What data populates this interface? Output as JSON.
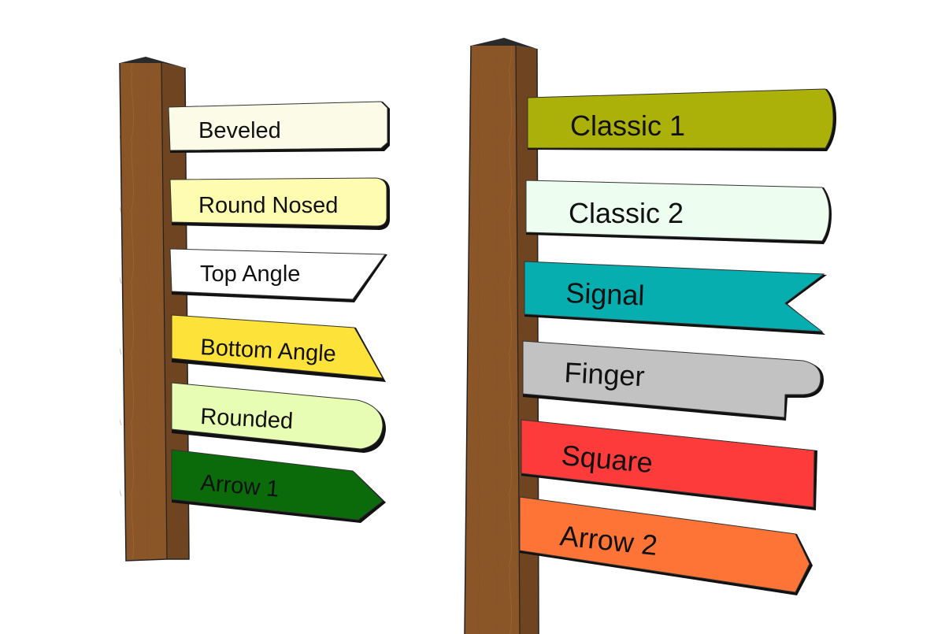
{
  "left_post": {
    "signs": [
      {
        "label": "Beveled",
        "color": "#fbfbe8",
        "text_color": "#111111"
      },
      {
        "label": "Round Nosed",
        "color": "#fdfcb0",
        "text_color": "#111111"
      },
      {
        "label": "Top Angle",
        "color": "#ffffff",
        "text_color": "#111111"
      },
      {
        "label": "Bottom Angle",
        "color": "#fde23a",
        "text_color": "#111111"
      },
      {
        "label": "Rounded",
        "color": "#e8fdb4",
        "text_color": "#111111"
      },
      {
        "label": "Arrow 1",
        "color": "#0b6b0b",
        "text_color": "#111111"
      }
    ]
  },
  "right_post": {
    "signs": [
      {
        "label": "Classic 1",
        "color": "#acb10a",
        "text_color": "#111111"
      },
      {
        "label": "Classic 2",
        "color": "#edfdf0",
        "text_color": "#111111"
      },
      {
        "label": "Signal",
        "color": "#06aeb0",
        "text_color": "#111111"
      },
      {
        "label": "Finger",
        "color": "#c2c2c2",
        "text_color": "#111111"
      },
      {
        "label": "Square",
        "color": "#fd3b3b",
        "text_color": "#111111"
      },
      {
        "label": "Arrow 2",
        "color": "#fd7436",
        "text_color": "#111111"
      }
    ]
  },
  "post_colors": {
    "front": "#97602f",
    "side": "#6f4420",
    "grain": "#7f4d24",
    "top": "#2a2a2a"
  }
}
